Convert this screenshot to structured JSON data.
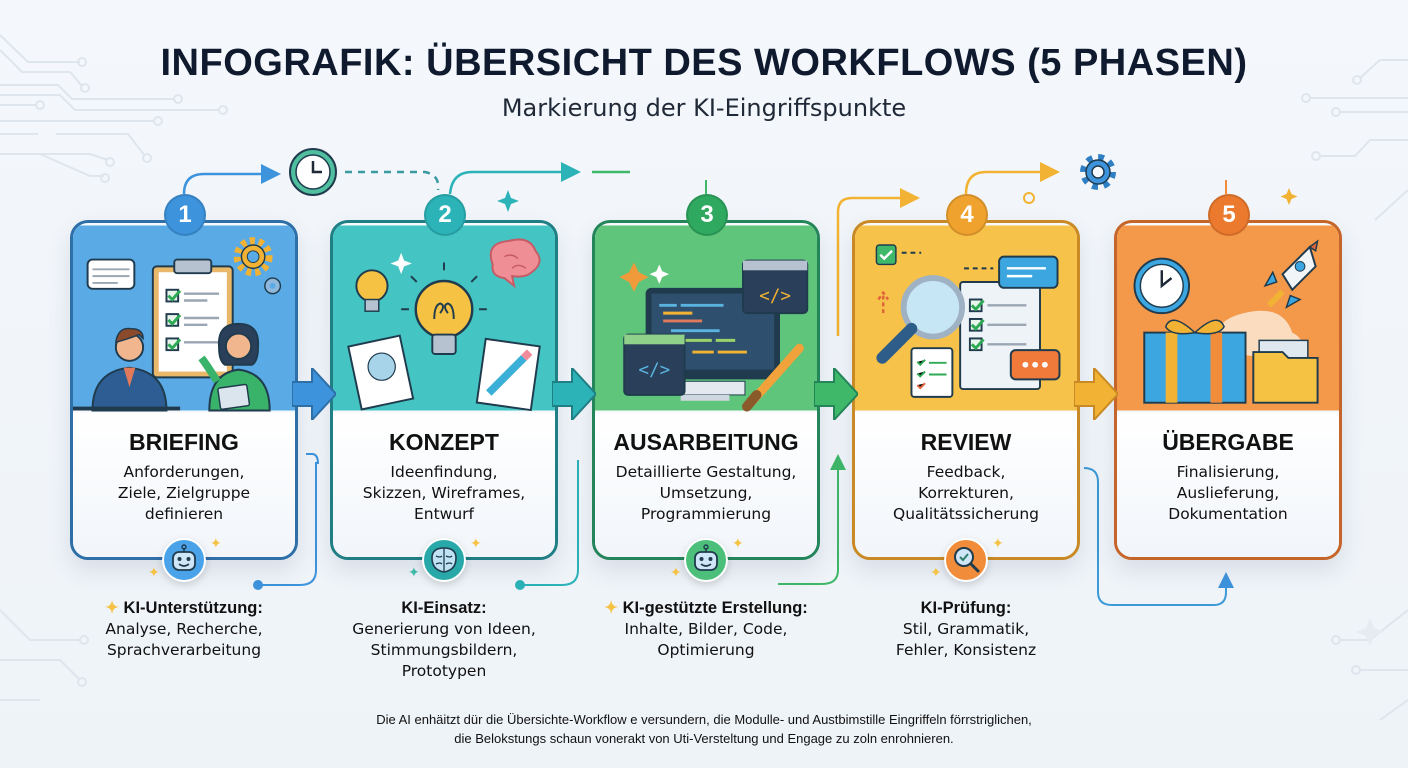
{
  "header": {
    "title": "INFOGRAFIK: ÜBERSICHT DES WORKFLOWS (5 PHASEN)",
    "subtitle": "Markierung der KI-Eingriffspunkte"
  },
  "phases": [
    {
      "number": "1",
      "name": "BRIEFING",
      "description": "Anforderungen,\nZiele, Zielgruppe\ndefinieren",
      "color": "#3d93dc",
      "illustration": "meeting-clipboard-gear",
      "ai_icon": "robot-icon",
      "ai_label": "KI-Unterstützung:",
      "ai_text": "Analyse, Recherche,\nSprachverarbeitung"
    },
    {
      "number": "2",
      "name": "KONZEPT",
      "description": "Ideenfindung,\nSkizzen, Wireframes,\nEntwurf",
      "color": "#2bb3b8",
      "illustration": "lightbulb-brain-notepad",
      "ai_icon": "brain-icon",
      "ai_label": "KI-Einsatz:",
      "ai_text": "Generierung von Ideen,\nStimmungsbildern,\nPrototypen"
    },
    {
      "number": "3",
      "name": "AUSARBEITUNG",
      "description": "Detaillierte Gestaltung,\nUmsetzung,\nProgrammierung",
      "color": "#3fb86a",
      "illustration": "monitor-code-brush",
      "ai_icon": "robot-icon",
      "ai_label": "KI-gestützte Erstellung:",
      "ai_text": "Inhalte, Bilder, Code,\nOptimierung"
    },
    {
      "number": "4",
      "name": "REVIEW",
      "description": "Feedback,\nKorrekturen,\nQualitätssicherung",
      "color": "#f2b233",
      "illustration": "magnifier-checklist-chat",
      "ai_icon": "magnifier-check-icon",
      "ai_label": "KI-Prüfung:",
      "ai_text": "Stil, Grammatik,\nFehler, Konsistenz"
    },
    {
      "number": "5",
      "name": "ÜBERGABE",
      "description": "Finalisierung,\nAuslieferung,\nDokumentation",
      "color": "#f08c3a",
      "illustration": "clock-gift-rocket-folder",
      "ai_icon": null,
      "ai_label": null,
      "ai_text": null
    }
  ],
  "footer": {
    "line1": "Die AI enhäitzt dür die Übersichte-Workflow e versundern, die Modulle- und Austbimstille Eingriffeln förrstriglichen,",
    "line2": "die Belokstungs schaun vonerakt von Uti-Versteltung und Engage zu zoln enrohnieren."
  },
  "colors": {
    "title": "#0f1a2e",
    "background": "#f1f5f9",
    "phase1": "#3d93dc",
    "phase2": "#2bb3b8",
    "phase3": "#3fb86a",
    "phase4": "#f2b233",
    "phase5": "#f08c3a"
  }
}
